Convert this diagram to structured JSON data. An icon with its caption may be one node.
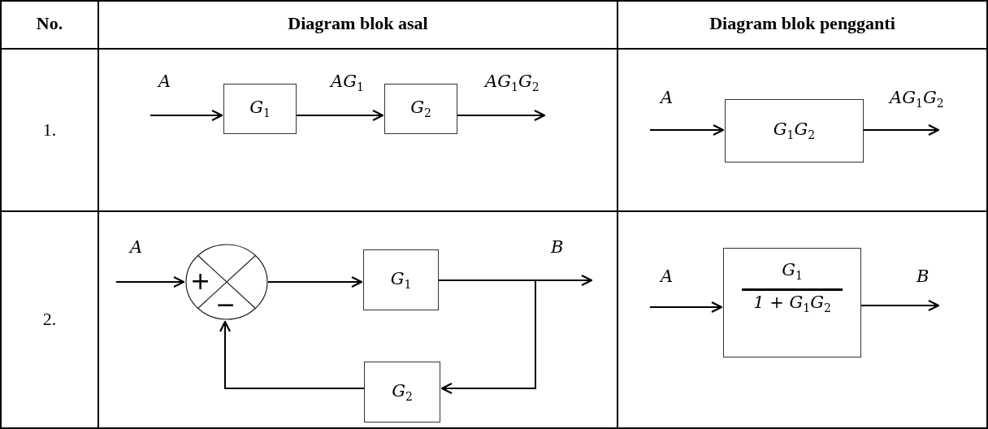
{
  "diagram": {
    "nodes": [
      {
        "text": [
          "G$_{1}$"
        ]
      },
      {
        "text": [
          "G$_{2}$"
        ]
      },
      {
        "text": [
          "G$_{1}$G$_{2}$"
        ]
      },
      {
        "text": [
          "+",
          "−"
        ]
      },
      {
        "text": [
          "G$_{1}$"
        ]
      },
      {
        "text": [
          "G$_{2}$"
        ]
      },
      {
        "text": [
          "G$_{1}$",
          "1 + G$_{1}$G$_{2}$"
        ]
      }
    ],
    "edges": [
      {
        "from": null,
        "to": 0,
        "arrow": "to",
        "label": "A"
      },
      {
        "from": 0,
        "to": 1,
        "arrow": "to",
        "label": "AG$_{1}$"
      },
      {
        "from": 1,
        "to": null,
        "arrow": "to",
        "label": "AG$_{1}$G$_{2}$"
      },
      {
        "from": null,
        "to": 2,
        "arrow": "to",
        "label": "A"
      },
      {
        "from": 2,
        "to": null,
        "arrow": "to",
        "label": "AG$_{1}$G$_{2}$"
      },
      {
        "from": null,
        "to": 3,
        "arrow": "to",
        "label": "A"
      },
      {
        "from": 3,
        "to": 4,
        "arrow": "to"
      },
      {
        "from": 4,
        "to": null,
        "arrow": "to",
        "label": "B"
      },
      {
        "from": 4,
        "to": 5,
        "arrow": "to"
      },
      {
        "from": 5,
        "to": 3,
        "arrow": "to"
      },
      {
        "from": null,
        "to": 6,
        "arrow": "to",
        "label": "A"
      },
      {
        "from": 6,
        "to": null,
        "arrow": "to",
        "label": "B"
      }
    ],
    "labels": [
      "No.",
      "Diagram blok asal",
      "Diagram blok pengganti",
      "1.",
      "2."
    ]
  }
}
